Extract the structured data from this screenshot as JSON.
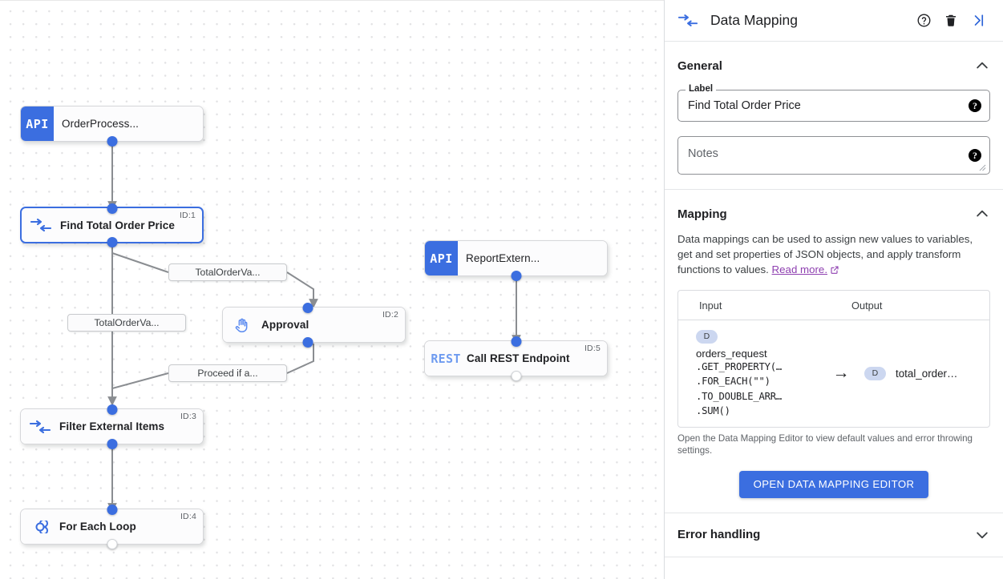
{
  "canvas": {
    "nodes": [
      {
        "id": "",
        "type": "api",
        "badge": "API",
        "title": "OrderProcess...",
        "icon": "api-badge"
      },
      {
        "id": "ID:1",
        "type": "datamapping",
        "title": "Find Total Order Price",
        "icon": "data-mapping-icon",
        "selected": true
      },
      {
        "id": "ID:2",
        "type": "approval",
        "title": "Approval",
        "icon": "hand-icon"
      },
      {
        "id": "ID:3",
        "type": "datamapping",
        "title": "Filter External Items",
        "icon": "data-mapping-icon"
      },
      {
        "id": "ID:4",
        "type": "loop",
        "title": "For Each Loop",
        "icon": "infinity-icon"
      },
      {
        "id": "",
        "type": "api",
        "badge": "API",
        "title": "ReportExtern...",
        "icon": "api-badge"
      },
      {
        "id": "ID:5",
        "type": "rest",
        "badge": "REST",
        "title": "Call REST Endpoint",
        "icon": "rest-badge"
      }
    ],
    "edge_labels": [
      "TotalOrderVa...",
      "TotalOrderVa...",
      "Proceed if a..."
    ]
  },
  "panel": {
    "header": {
      "title": "Data Mapping",
      "type_icon": "data-mapping-icon",
      "help_icon": "help-circle-icon",
      "delete_icon": "trash-icon",
      "collapse_icon": "collapse-panel-icon"
    },
    "general": {
      "title": "General",
      "collapse_state": "expanded",
      "label_legend": "Label",
      "label_value": "Find Total Order Price",
      "notes_placeholder": "Notes",
      "help_glyph": "?"
    },
    "mapping": {
      "title": "Mapping",
      "collapse_state": "expanded",
      "description": "Data mappings can be used to assign new values to variables, get and set properties of JSON objects, and apply transform functions to values.",
      "read_more": "Read more.",
      "read_more_color": "#8e3fb0",
      "table": {
        "headers": [
          "Input",
          "Output"
        ],
        "rows": [
          {
            "input_chip": "D",
            "input_variable": "orders_request",
            "input_functions": [
              ".GET_PROPERTY(…",
              ".FOR_EACH(\"\")",
              ".TO_DOUBLE_ARR…",
              ".SUM()"
            ],
            "arrow": "→",
            "output_chip": "D",
            "output_variable": "total_order…"
          }
        ]
      },
      "note": "Open the Data Mapping Editor to view default values and error throwing settings.",
      "button_label": "OPEN DATA MAPPING EDITOR",
      "button_color": "#3b6ee0"
    },
    "error_handling": {
      "title": "Error handling",
      "collapse_state": "collapsed"
    }
  }
}
